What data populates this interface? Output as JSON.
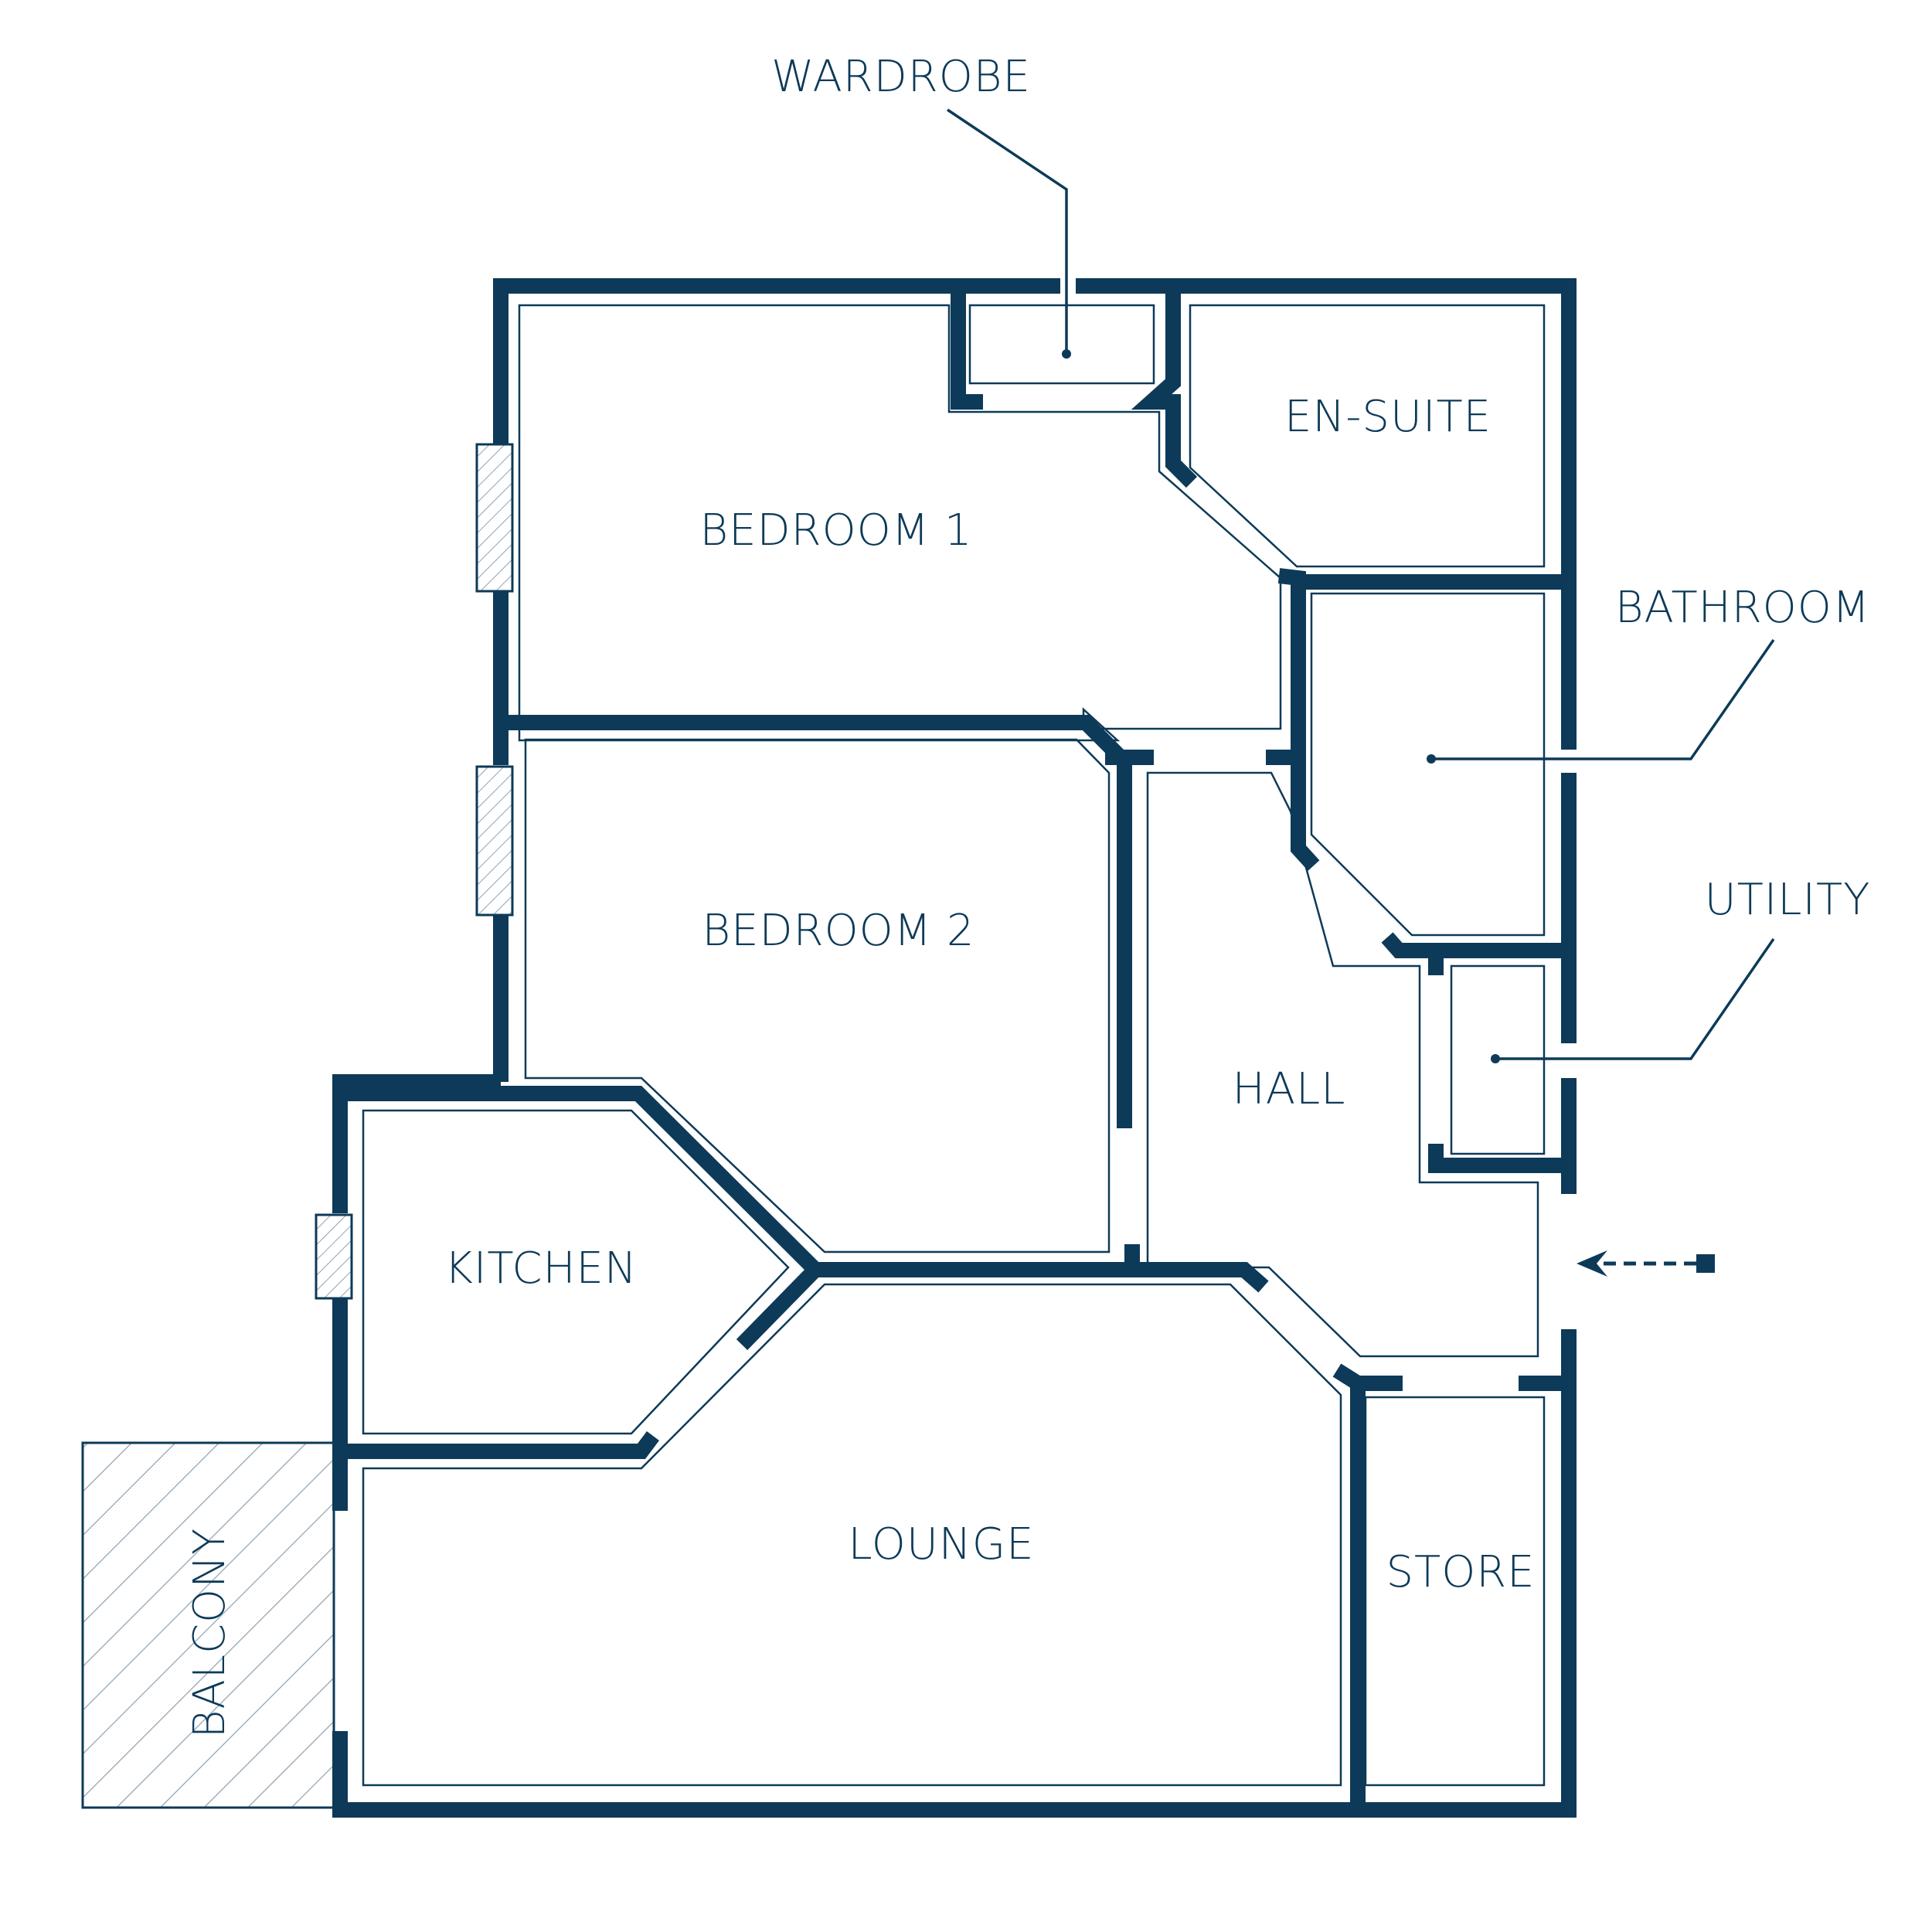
{
  "rooms": {
    "wardrobe": "WARDROBE",
    "en_suite": "EN-SUITE",
    "bedroom_1": "BEDROOM 1",
    "bedroom_2": "BEDROOM 2",
    "bathroom": "BATHROOM",
    "utility": "UTILITY",
    "hall": "HALL",
    "kitchen": "KITCHEN",
    "lounge": "LOUNGE",
    "store": "STORE",
    "balcony": "BALCONY"
  },
  "colors": {
    "wall": "#0d3a58",
    "background": "#ffffff"
  },
  "icons": {
    "entrance": "dashed-arrow-left-icon"
  }
}
